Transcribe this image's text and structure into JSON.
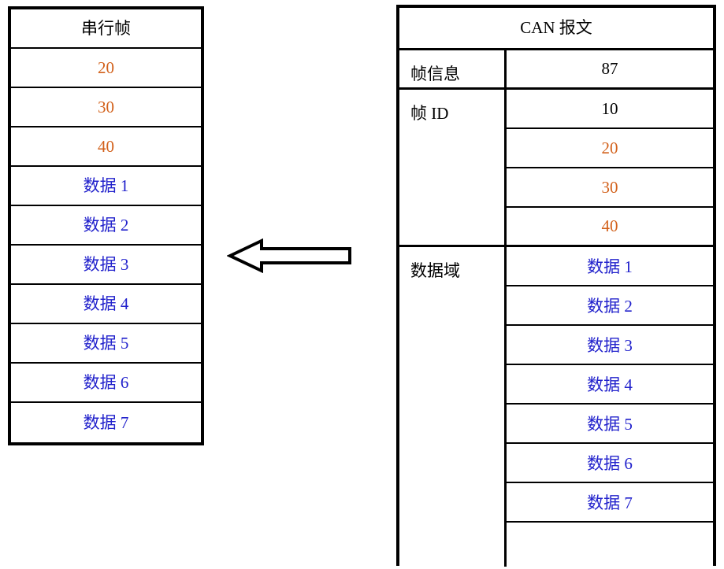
{
  "colors": {
    "orange": "#d2601a",
    "blue": "#2222cc",
    "black": "#000000",
    "border": "#000000",
    "background": "#ffffff"
  },
  "serial_frame_table": {
    "title": "串行帧",
    "rows": [
      {
        "text": "20",
        "color": "orange"
      },
      {
        "text": "30",
        "color": "orange"
      },
      {
        "text": "40",
        "color": "orange"
      },
      {
        "text": "数据 1",
        "color": "blue"
      },
      {
        "text": "数据 2",
        "color": "blue"
      },
      {
        "text": "数据 3",
        "color": "blue"
      },
      {
        "text": "数据 4",
        "color": "blue"
      },
      {
        "text": "数据 5",
        "color": "blue"
      },
      {
        "text": "数据 6",
        "color": "blue"
      },
      {
        "text": "数据 7",
        "color": "blue"
      }
    ]
  },
  "can_message_table": {
    "title": "CAN 报文",
    "groups": [
      {
        "label": "帧信息",
        "values": [
          {
            "text": "87",
            "color": "black"
          }
        ]
      },
      {
        "label": "帧 ID",
        "values": [
          {
            "text": "10",
            "color": "black"
          },
          {
            "text": "20",
            "color": "orange"
          },
          {
            "text": "30",
            "color": "orange"
          },
          {
            "text": "40",
            "color": "orange"
          }
        ]
      },
      {
        "label": "数据域",
        "values": [
          {
            "text": "数据 1",
            "color": "blue"
          },
          {
            "text": "数据 2",
            "color": "blue"
          },
          {
            "text": "数据 3",
            "color": "blue"
          },
          {
            "text": "数据 4",
            "color": "blue"
          },
          {
            "text": "数据 5",
            "color": "blue"
          },
          {
            "text": "数据 6",
            "color": "blue"
          },
          {
            "text": "数据 7",
            "color": "blue"
          },
          {
            "text": "",
            "color": "black"
          }
        ]
      }
    ]
  },
  "arrow": {
    "icon": "arrow-left-icon",
    "direction": "left",
    "description": "转换方向：CAN 报文 → 串行帧"
  }
}
